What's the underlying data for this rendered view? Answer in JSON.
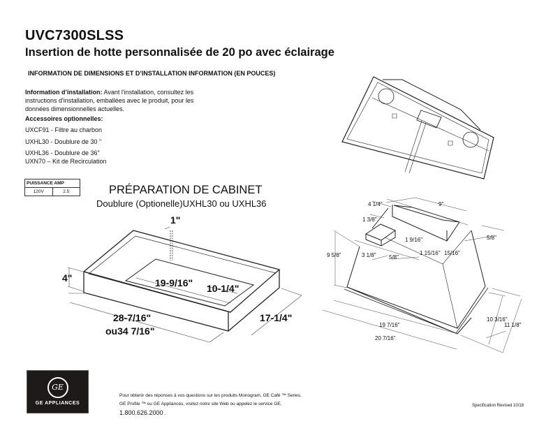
{
  "header": {
    "model": "UVC7300SLSS",
    "subtitle": "Insertion de hotte personnalisée de 20 po avec éclairage",
    "section_title": "INFORMATION DE DIMENSIONS ET D’INSTALLATION INFORMATION (EN POUCES)"
  },
  "install_info": {
    "label": "Information d’installation:",
    "text": " Avant l'installation, consultez les instructions d'installation, emballées avec le produit, pour les données dimensionnelles actuelles."
  },
  "accessories": {
    "title": "Accessoires optionnelles:",
    "items": [
      "UXCF91 - Filtre au charbon",
      "UXHL30 - Doublure de 30 \"",
      "UXHL36 - Doublure de 36\"",
      "UXN70 – Kit de Recirculation"
    ]
  },
  "power_table": {
    "header": "PUISSANCE AMP",
    "voltage": "120V",
    "amps": "2.5"
  },
  "cabinet_prep": {
    "title": "PRÉPARATION DE CABINET",
    "subtitle": "Doublure (Optionelle)UXHL30 ou UXHL36",
    "dimensions": {
      "top_gap": "1\"",
      "height": "4\"",
      "inner_length": "19-9/16\"",
      "inner_width": "10-1/4\"",
      "length_a": "28-7/16\"",
      "length_b": "ou34 7/16\"",
      "depth": "17-1/4\""
    }
  },
  "hood_dimensions": {
    "d_4_1_4": "4 1/4\"",
    "d_9": "9\"",
    "d_1_3_8": "1 3/8\"",
    "d_5_8_right": "5/8\"",
    "d_1_9_16": "1 9/16\"",
    "d_9_5_8": "9 5/8\"",
    "d_3_1_8": "3 1/8\"",
    "d_5_8": "5/8\"",
    "d_1_15_16": "1 15/16\"",
    "d_15_16": "15/16\"",
    "d_19_7_16": "19 7/16\"",
    "d_20_7_16": "20 7/16\"",
    "d_10_3_16": "10 3/16\"",
    "d_11_1_8": "11 1/8\""
  },
  "footer": {
    "logo_monogram": "GE",
    "logo_text": "GE APPLIANCES",
    "contact_text": "Pour obtenir des réponses à vos questions sur les produits Monogram, GE Café ™ Series, GE Profile ™ ou GE Appliances, visitez notre site Web  ou appelez le service GE, ",
    "phone": "1.800.626.2000",
    "phone_suffix": " .",
    "spec_revised": "Specification Revised 10/18"
  }
}
